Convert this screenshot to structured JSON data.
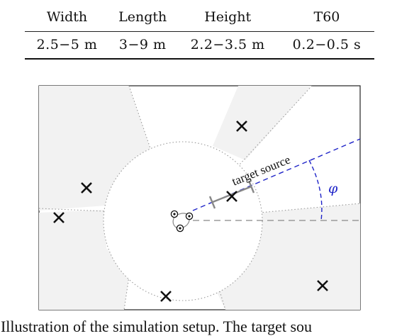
{
  "table": {
    "headers": [
      "Width",
      "Length",
      "Height",
      "T60"
    ],
    "rows": [
      [
        "2.5−5 m",
        "3−9 m",
        "2.2−3.5 m",
        "0.2−0.5 s"
      ]
    ]
  },
  "figure": {
    "target_label": "target source",
    "angle_label": "φ",
    "colors": {
      "blue": "#1f24c8",
      "grey": "#888888",
      "region": "#f2f2f2"
    }
  },
  "caption": "r: Illustration of the simulation setup. The target sou"
}
